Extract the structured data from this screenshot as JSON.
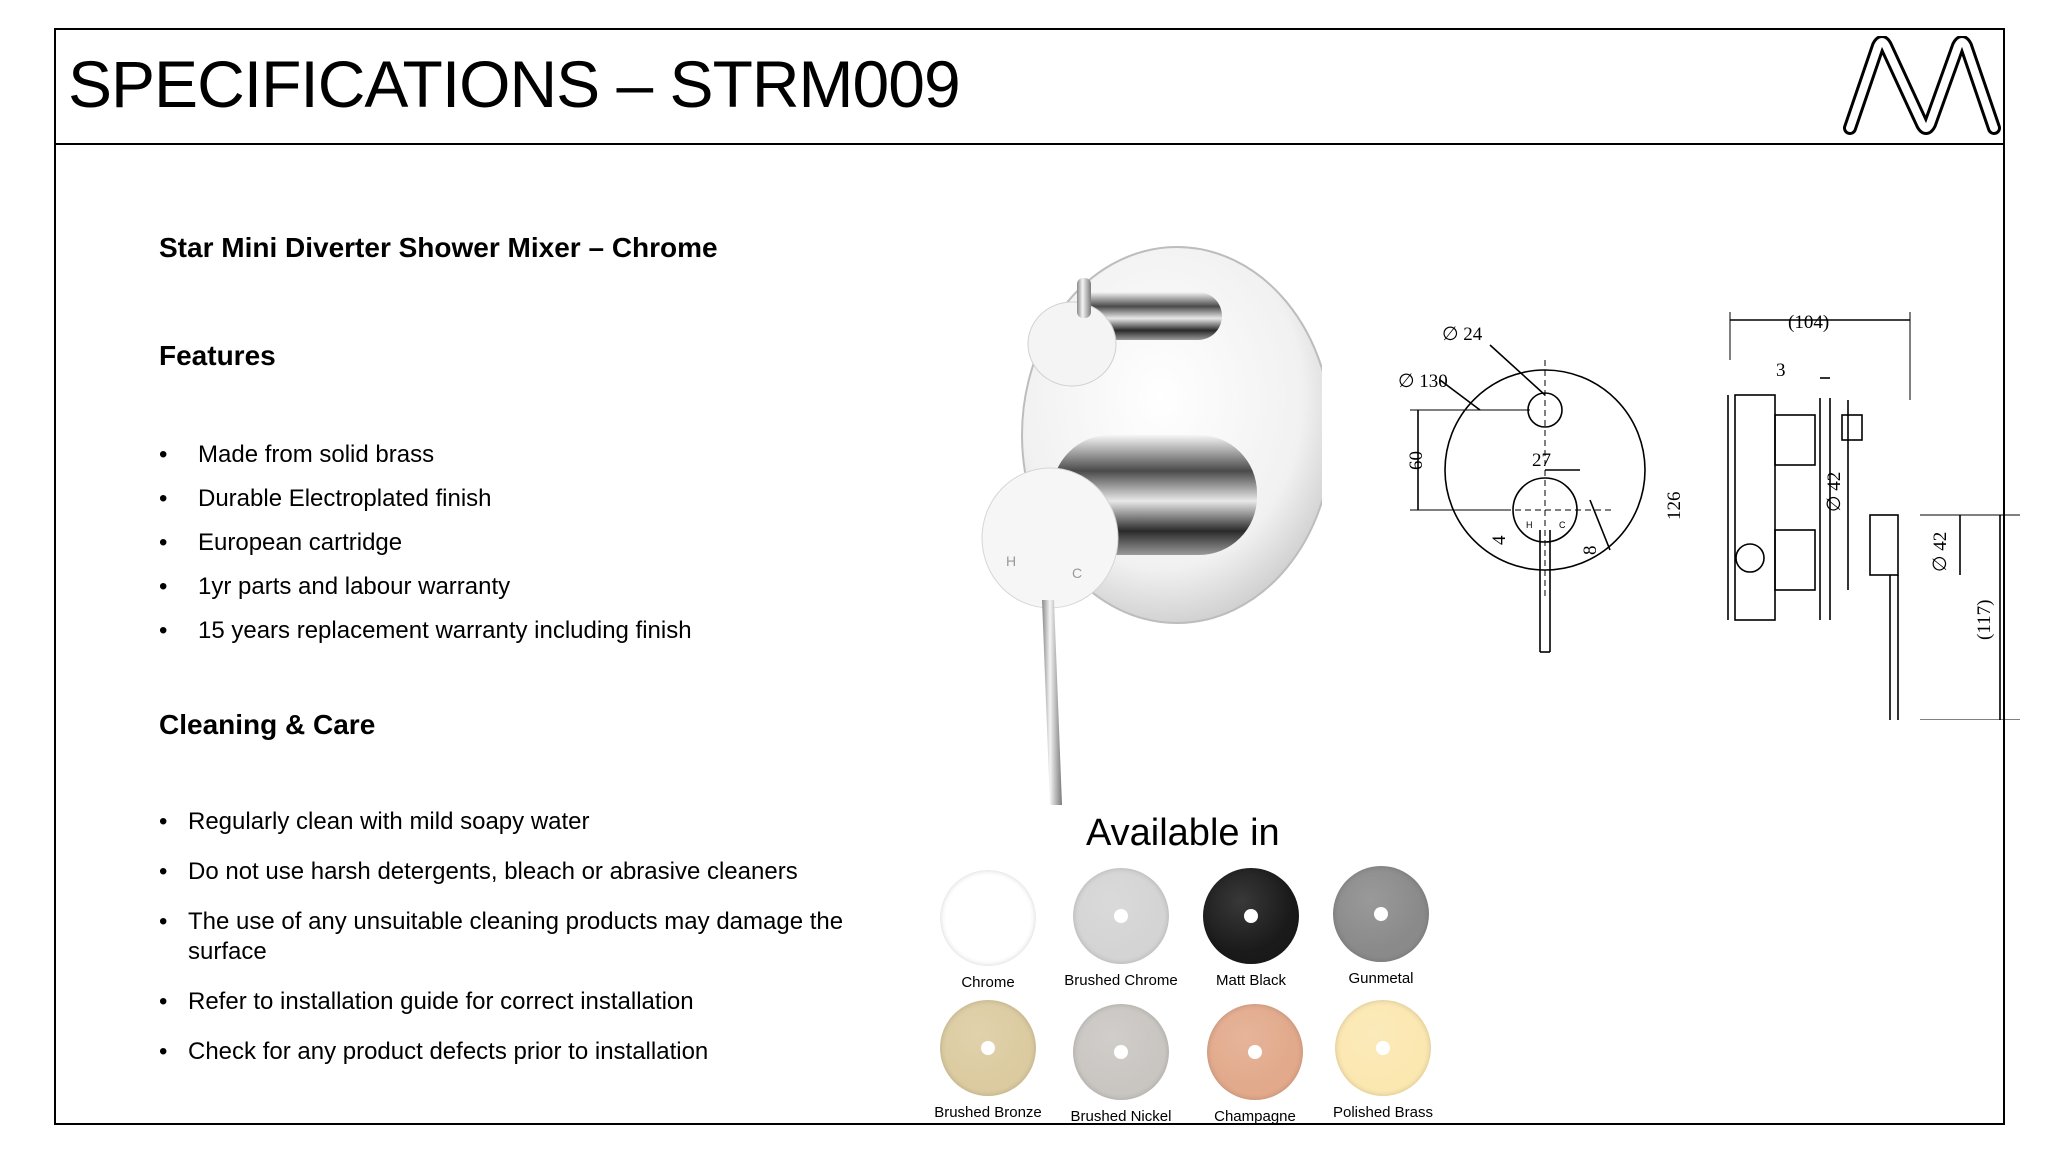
{
  "header": {
    "title": "SPECIFICATIONS – STRM009",
    "logo_icon": "brand-m-logo-icon"
  },
  "product": {
    "title": "Star Mini Diverter Shower Mixer – Chrome"
  },
  "features": {
    "heading": "Features",
    "items": [
      "Made from solid brass",
      "Durable Electroplated finish",
      "European cartridge",
      "1yr parts and labour warranty",
      "15 years replacement warranty including finish"
    ]
  },
  "care": {
    "heading": "Cleaning & Care",
    "items": [
      "Regularly clean with mild soapy water",
      "Do not use harsh detergents, bleach or abrasive cleaners",
      "The use of any unsuitable cleaning products may damage the surface",
      "Refer to installation guide for correct installation",
      "Check for any product defects prior to installation"
    ]
  },
  "bullet": "•",
  "drawing": {
    "labels": {
      "d24": "∅ 24",
      "d130": "∅ 130",
      "d60": "60",
      "d27": "27",
      "d4": "4",
      "d8": "8",
      "h": "H",
      "c": "C",
      "d104": "(104)",
      "d3": "3",
      "d126": "126",
      "d42a": "∅ 42",
      "d42b": "∅ 42",
      "d117": "(117)"
    }
  },
  "photo": {
    "h": "H",
    "c": "C"
  },
  "available": {
    "title": "Available in",
    "swatches": [
      {
        "name": "Chrome",
        "color": "#ffffff"
      },
      {
        "name": "Brushed Chrome",
        "color": "#d4d4d4"
      },
      {
        "name": "Matt Black",
        "color": "#1a1a1a"
      },
      {
        "name": "Gunmetal",
        "color": "#8a8a8a"
      },
      {
        "name": "Brushed Bronze",
        "color": "#dccba0"
      },
      {
        "name": "Brushed Nickel",
        "color": "#c9c6c2"
      },
      {
        "name": "Champagne",
        "color": "#e2a98b"
      },
      {
        "name": "Polished Brass",
        "color": "#fbe7b0"
      }
    ]
  }
}
